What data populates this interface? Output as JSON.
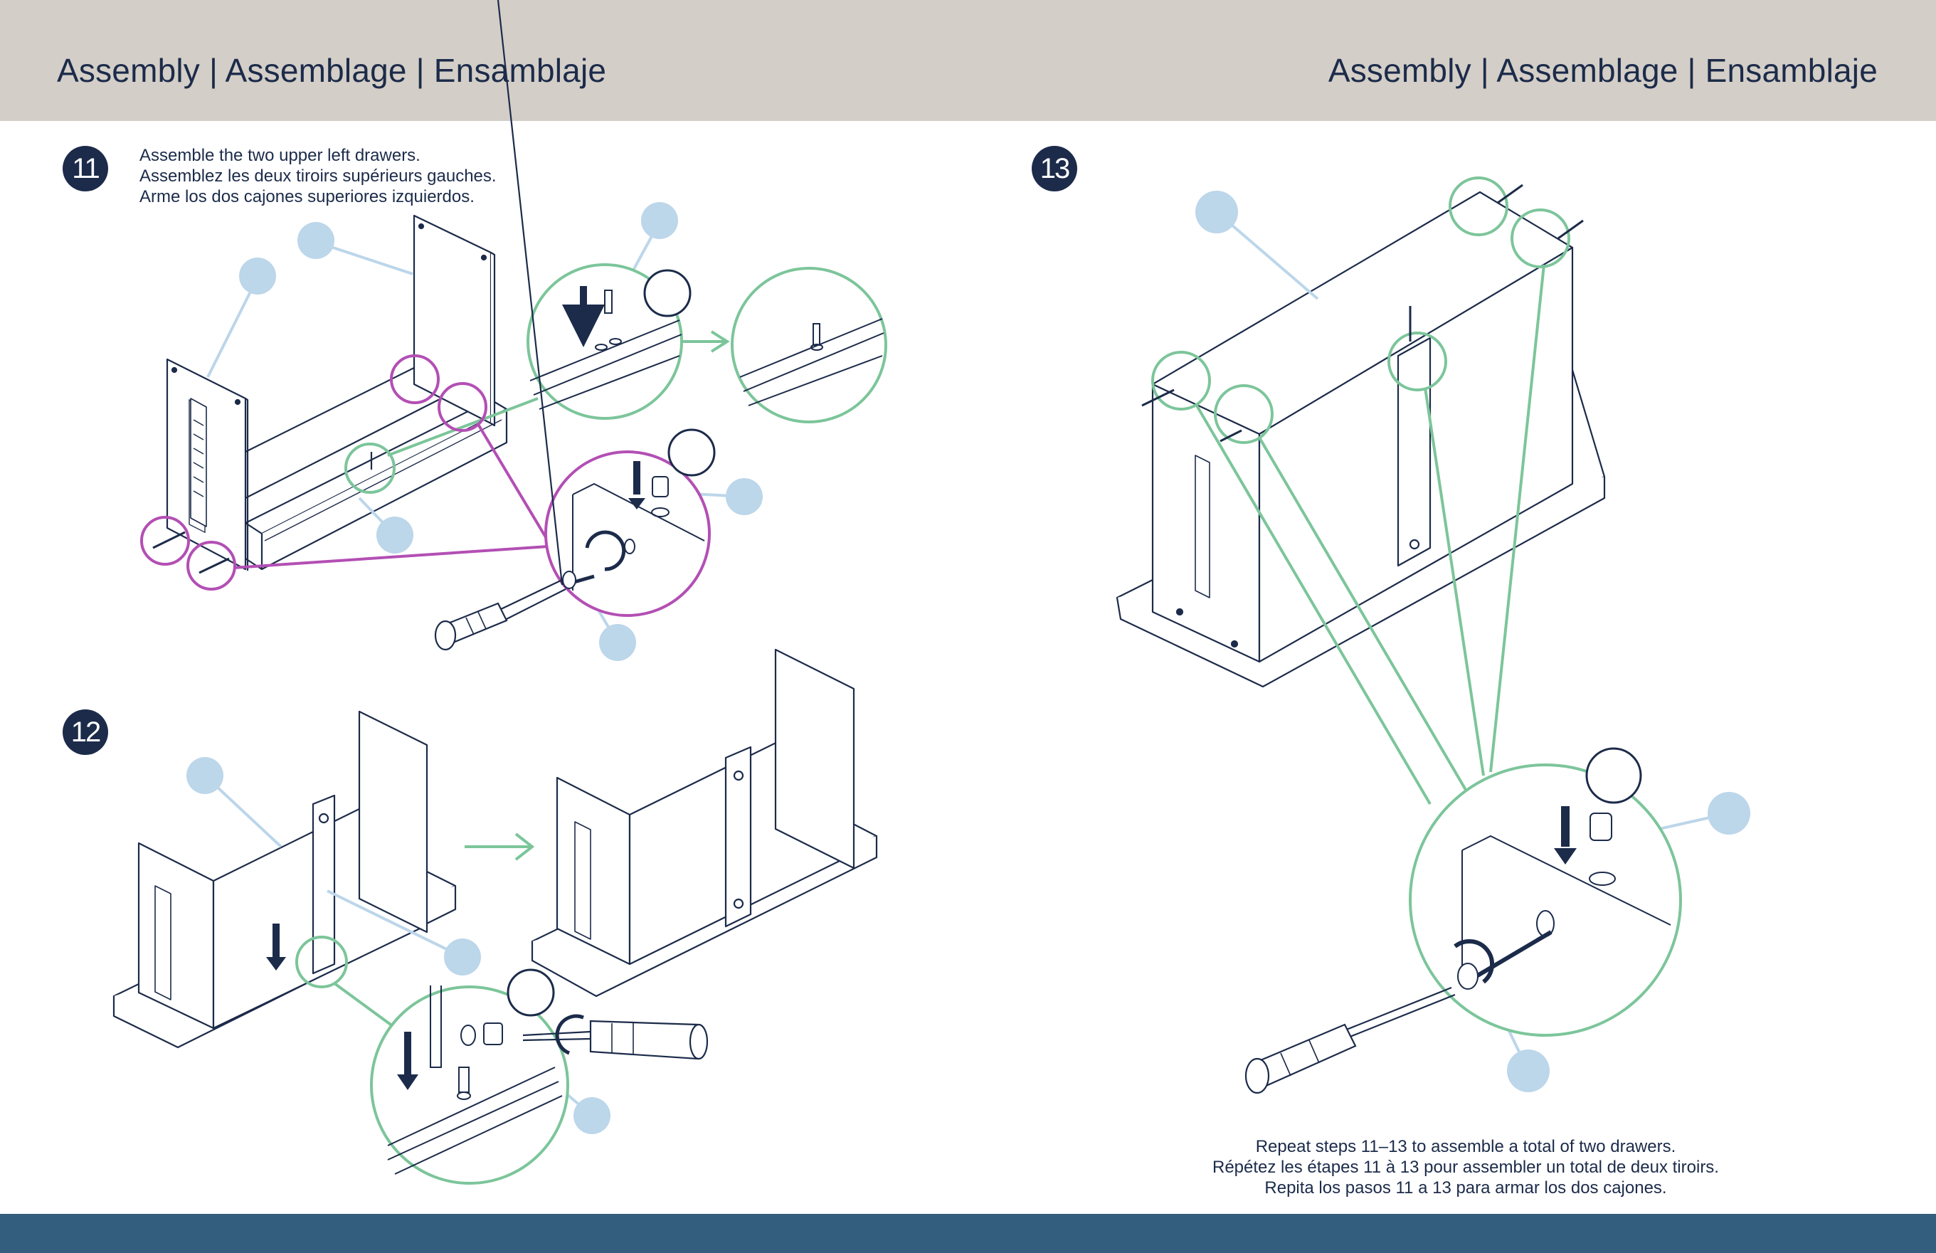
{
  "header": {
    "title_left": "Assembly | Assemblage | Ensamblaje",
    "title_right": "Assembly | Assemblage | Ensamblaje"
  },
  "steps": [
    {
      "number": "11",
      "lines": [
        "Assemble the two upper left drawers.",
        "Assemblez les deux tiroirs supérieurs gauches.",
        "Arme los dos cajones superiores izquierdos."
      ]
    },
    {
      "number": "12",
      "lines": []
    },
    {
      "number": "13",
      "lines": []
    }
  ],
  "repeat_note": {
    "lines": [
      "Repeat steps 11–13 to assemble a total of two drawers.",
      "Répétez les étapes 11 à 13 pour assembler un total de deux tiroirs.",
      "Repita los pasos 11 a 13 para armar los dos cajones."
    ]
  },
  "colors": {
    "header_bg": "#d3cec7",
    "footer_bg": "#345e7d",
    "ink": "#1c2b4a",
    "callout_green": "#7cc59a",
    "callout_magenta": "#b34fb4",
    "part_label_blue": "#bcd6ea"
  },
  "icons": [
    "screwdriver-icon",
    "cam-lock-icon",
    "dowel-icon",
    "screw-icon",
    "arrow-down-icon",
    "arrow-right-icon",
    "rotate-icon"
  ]
}
